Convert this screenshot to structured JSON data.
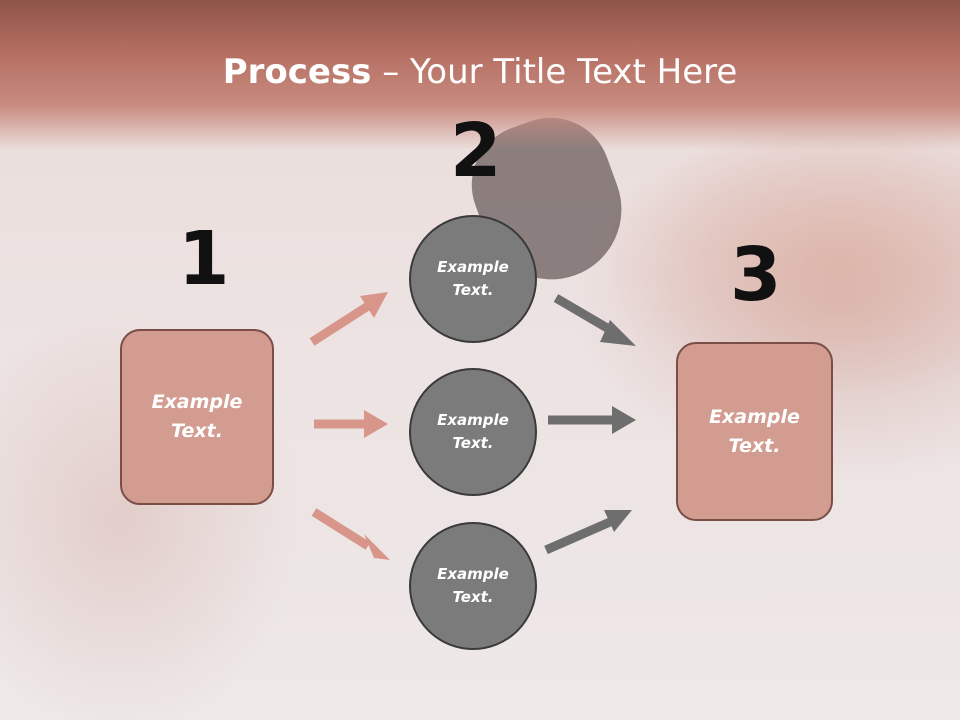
{
  "title": {
    "bold": "Process",
    "rest": " – Your Title Text Here"
  },
  "numbers": [
    "1",
    "2",
    "3"
  ],
  "left_box": {
    "label": "Example\nText."
  },
  "circles": [
    {
      "label": "Example\nText."
    },
    {
      "label": "Example\nText."
    },
    {
      "label": "Example\nText."
    }
  ],
  "right_box": {
    "label": "Example\nText."
  },
  "colors": {
    "title_band": "#b56f62",
    "box_fill": "#d29d90",
    "circle_fill": "#7b7b7b",
    "arrow_left": "#d8958a",
    "arrow_right": "#6e6e6e"
  }
}
